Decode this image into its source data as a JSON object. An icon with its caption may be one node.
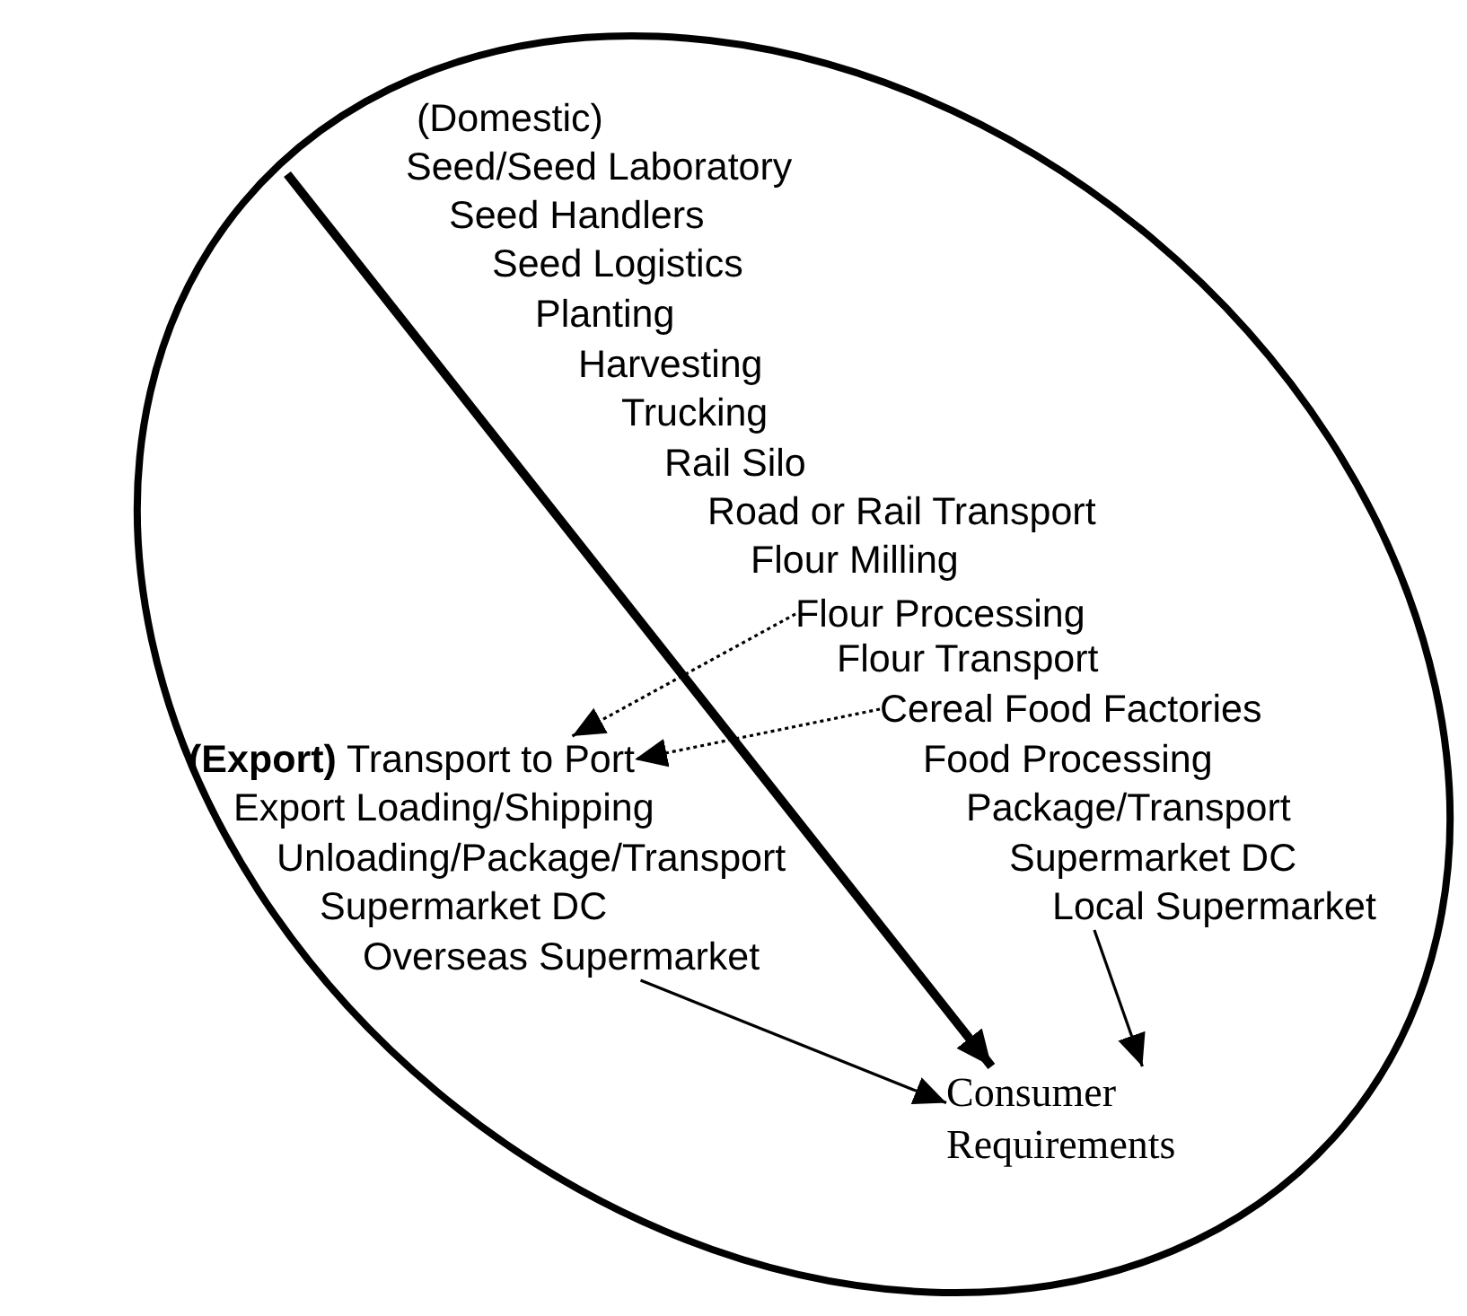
{
  "diagram": {
    "nodes": [
      {
        "text": [
          "(Domestic)"
        ]
      },
      {
        "text": [
          "Seed/Seed Laboratory"
        ]
      },
      {
        "text": [
          "Seed Handlers"
        ]
      },
      {
        "text": [
          "Seed Logistics"
        ]
      },
      {
        "text": [
          "Planting"
        ]
      },
      {
        "text": [
          "Harvesting"
        ]
      },
      {
        "text": [
          "Trucking"
        ]
      },
      {
        "text": [
          "Rail Silo"
        ]
      },
      {
        "text": [
          "Road or Rail Transport"
        ]
      },
      {
        "text": [
          "Flour Milling"
        ]
      },
      {
        "text": [
          "Flour Processing"
        ]
      },
      {
        "text": [
          "Flour Transport"
        ]
      },
      {
        "text": [
          "Cereal Food Factories"
        ]
      },
      {
        "text": [
          "Food Processing"
        ]
      },
      {
        "text": [
          "Package/Transport"
        ]
      },
      {
        "text": [
          "Supermarket DC"
        ]
      },
      {
        "text": [
          "Local Supermarket"
        ]
      },
      {
        "text": [
          "**(Export)** Transport to Port"
        ]
      },
      {
        "text": [
          "Export Loading/Shipping"
        ]
      },
      {
        "text": [
          "Unloading/Package/Transport"
        ]
      },
      {
        "text": [
          "Supermarket DC"
        ]
      },
      {
        "text": [
          "Overseas Supermarket"
        ]
      },
      {
        "text": [
          "Consumer Requirements"
        ]
      }
    ],
    "edges": [
      {
        "from": null,
        "to": 22,
        "arrow": "to",
        "style": "thick"
      },
      {
        "from": 10,
        "to": 17,
        "arrow": "to",
        "style": "dashed"
      },
      {
        "from": 12,
        "to": 17,
        "arrow": "to",
        "style": "dashed"
      },
      {
        "from": 21,
        "to": 22,
        "arrow": "to"
      },
      {
        "from": 16,
        "to": 22,
        "arrow": "to"
      }
    ]
  }
}
